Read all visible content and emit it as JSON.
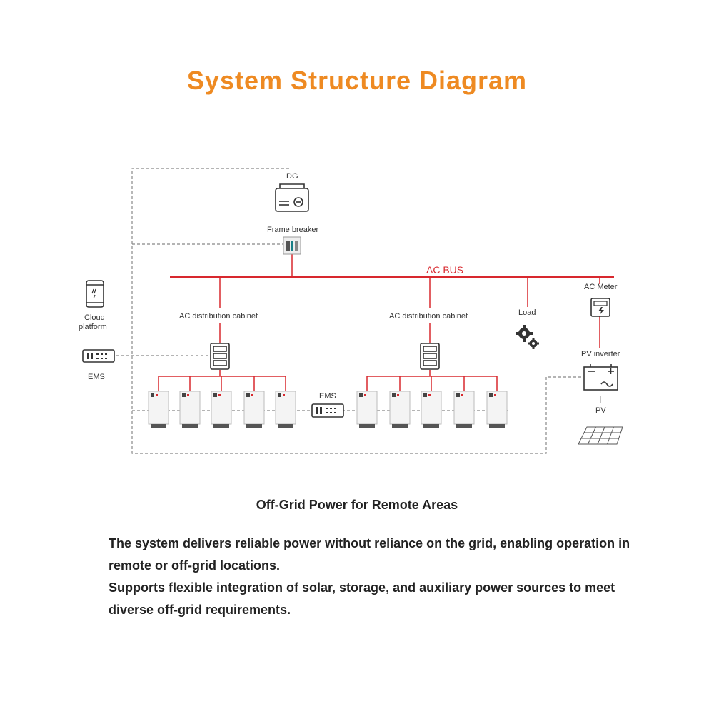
{
  "title": "System Structure Diagram",
  "diagram": {
    "ac_bus_label": "AC BUS",
    "dg_label": "DG",
    "frame_breaker_label": "Frame breaker",
    "cloud_label_line1": "Cloud",
    "cloud_label_line2": "platform",
    "ems_left_label": "EMS",
    "ems_center_label": "EMS",
    "ac_cabinet_left_label": "AC distribution cabinet",
    "ac_cabinet_right_label": "AC distribution cabinet",
    "load_label": "Load",
    "ac_meter_label": "AC Meter",
    "pv_inverter_label": "PV inverter",
    "pv_label": "PV"
  },
  "subtitle": "Off-Grid Power for Remote Areas",
  "body": {
    "paragraph1": "The system delivers reliable power without reliance on the grid, enabling operation in remote or off-grid locations.",
    "paragraph2": "Supports flexible integration of solar, storage, and auxiliary power sources to meet diverse off-grid requirements."
  },
  "colors": {
    "accent": "#ee8a22",
    "bus": "#d8282e",
    "dashed": "#888888",
    "icon": "#333333"
  }
}
